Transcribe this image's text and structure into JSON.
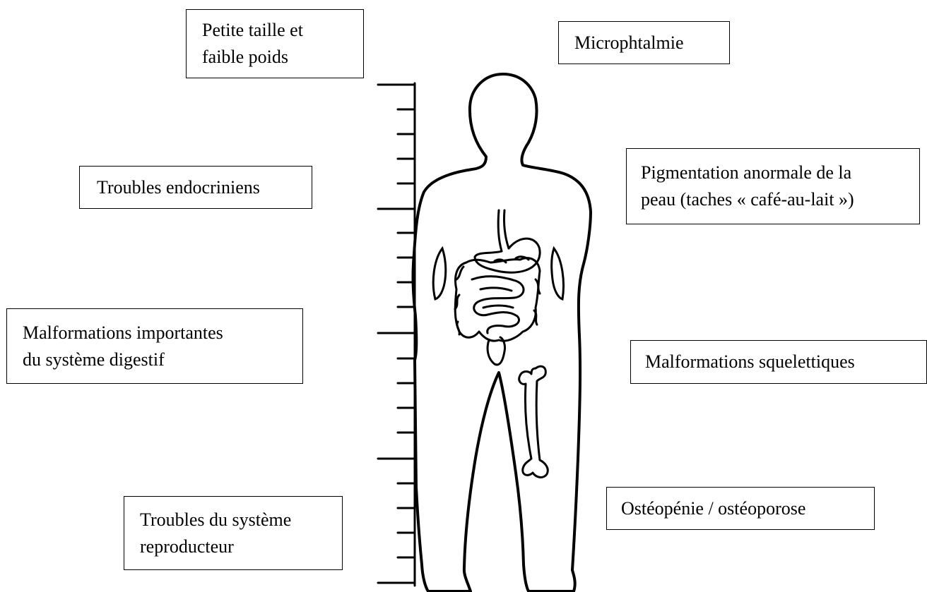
{
  "labels": {
    "short_stature": {
      "line1": "Petite taille et",
      "line2": "faible poids"
    },
    "microphthalmia": {
      "line1": "Microphtalmie"
    },
    "endocrine": {
      "line1": "Troubles endocriniens"
    },
    "pigmentation": {
      "line1": "Pigmentation anormale de la",
      "line2": "peau (taches « café-au-lait »)"
    },
    "digestive": {
      "line1": "Malformations importantes",
      "line2": "du système digestif"
    },
    "skeletal": {
      "line1": "Malformations squelettiques"
    },
    "reproductive": {
      "line1": "Troubles du système",
      "line2": "reproducteur"
    },
    "osteopenia": {
      "line1": "Ostéopénie / ostéoporose"
    }
  },
  "figure": {
    "height_scale": "ruler-icon",
    "body": "human-silhouette-icon",
    "organs": "digestive-tract-icon",
    "bone": "femur-bone-icon"
  }
}
